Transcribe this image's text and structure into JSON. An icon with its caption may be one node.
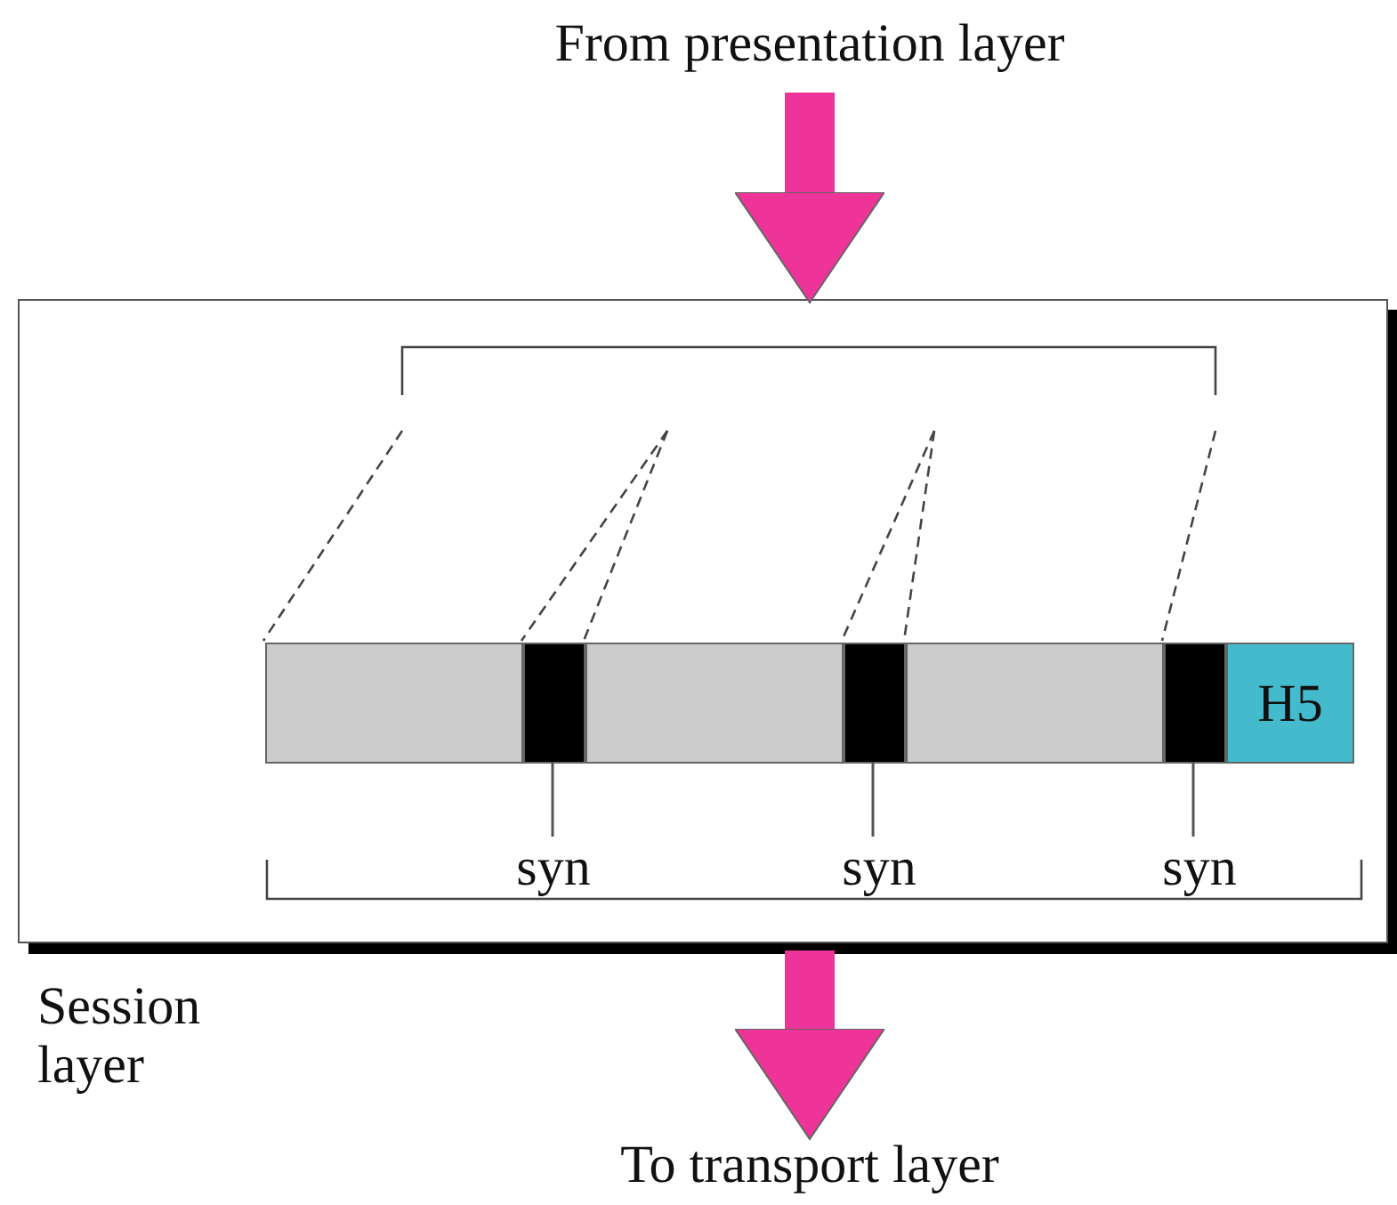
{
  "diagram": {
    "nodes": [
      {
        "text": [
          "From presentation layer"
        ]
      },
      {
        "text": [
          "Session layer"
        ]
      },
      {
        "text": [],
        "shape": "bar",
        "in": 1
      },
      {
        "text": [],
        "shape": "box",
        "in": 1
      },
      {
        "text": [],
        "shape": "bar",
        "in": 1
      },
      {
        "text": [],
        "shape": "box",
        "in": 1
      },
      {
        "text": [],
        "shape": "bar",
        "in": 1
      },
      {
        "text": [],
        "shape": "box",
        "in": 1
      },
      {
        "text": [
          "H5"
        ],
        "in": 1
      },
      {
        "text": [
          "syn"
        ],
        "in": 1
      },
      {
        "text": [
          "syn"
        ],
        "in": 1
      },
      {
        "text": [
          "syn"
        ],
        "in": 1
      },
      {
        "text": [
          "To transport layer"
        ]
      }
    ],
    "edges": [
      {
        "from": 0,
        "to": 1,
        "arrow": "to",
        "style": "thick",
        "color": "#ee3399"
      },
      {
        "from": 1,
        "to": 12,
        "arrow": "to",
        "style": "thick",
        "color": "#ee3399"
      },
      {
        "from": 9,
        "to": 3,
        "arrow": "none"
      },
      {
        "from": 10,
        "to": 5,
        "arrow": "none"
      },
      {
        "from": 11,
        "to": 7,
        "arrow": "none"
      }
    ]
  }
}
